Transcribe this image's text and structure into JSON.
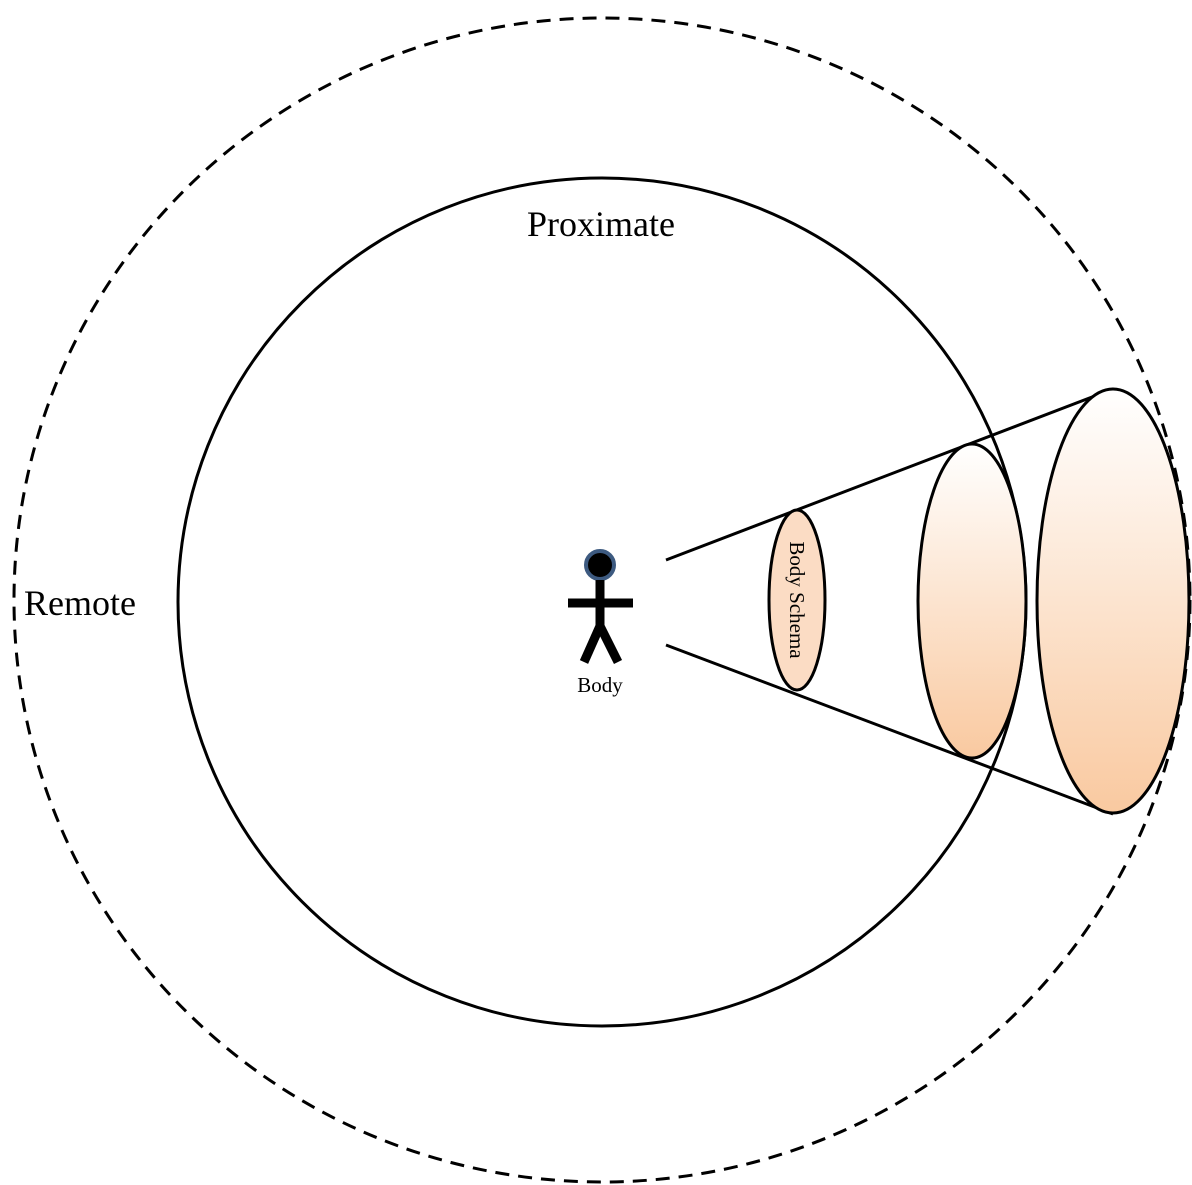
{
  "labels": {
    "remote": "Remote",
    "proximate": "Proximate",
    "body": "Body",
    "body_schema": "Body Schema"
  },
  "colors": {
    "stroke": "#000000",
    "figure": "#000000",
    "head_ring": "#3d5a80",
    "gradient_top": "#ffffff",
    "gradient_bottom": "#f9c9a0",
    "body_schema_fill": "#fbdcc4"
  },
  "icons": {
    "figure": "stick-figure-icon"
  }
}
